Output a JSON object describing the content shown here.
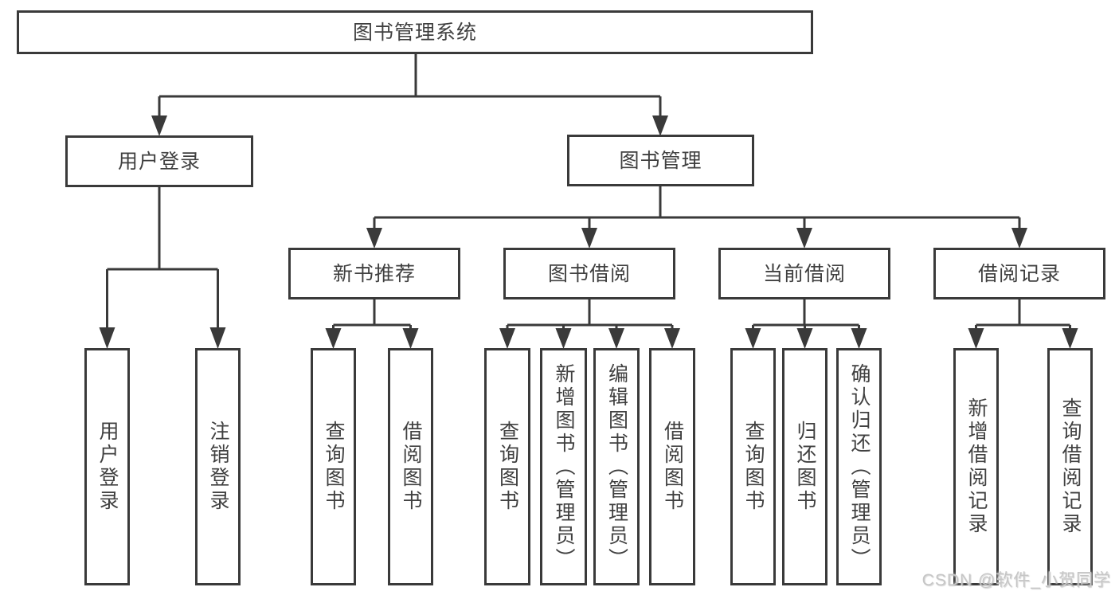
{
  "tree": {
    "label": "图书管理系统",
    "children": [
      {
        "label": "用户登录",
        "children": [
          {
            "label": "用户登录"
          },
          {
            "label": "注销登录"
          }
        ]
      },
      {
        "label": "图书管理",
        "children": [
          {
            "label": "新书推荐",
            "children": [
              {
                "label": "查询图书"
              },
              {
                "label": "借阅图书"
              }
            ]
          },
          {
            "label": "图书借阅",
            "children": [
              {
                "label": "查询图书"
              },
              {
                "label": "新增图书（管理员）"
              },
              {
                "label": "编辑图书（管理员）"
              },
              {
                "label": "借阅图书"
              }
            ]
          },
          {
            "label": "当前借阅",
            "children": [
              {
                "label": "查询图书"
              },
              {
                "label": "归还图书"
              },
              {
                "label": "确认归还（管理员）"
              }
            ]
          },
          {
            "label": "借阅记录",
            "children": [
              {
                "label": "新增借阅记录"
              },
              {
                "label": "查询借阅记录"
              }
            ]
          }
        ]
      }
    ]
  },
  "watermark": {
    "text": "CSDN @软件_小贺同学"
  },
  "colors": {
    "line": "#3a3a3a",
    "text": "#404040",
    "watermark": "#c6c6c6",
    "background": "#ffffff"
  }
}
